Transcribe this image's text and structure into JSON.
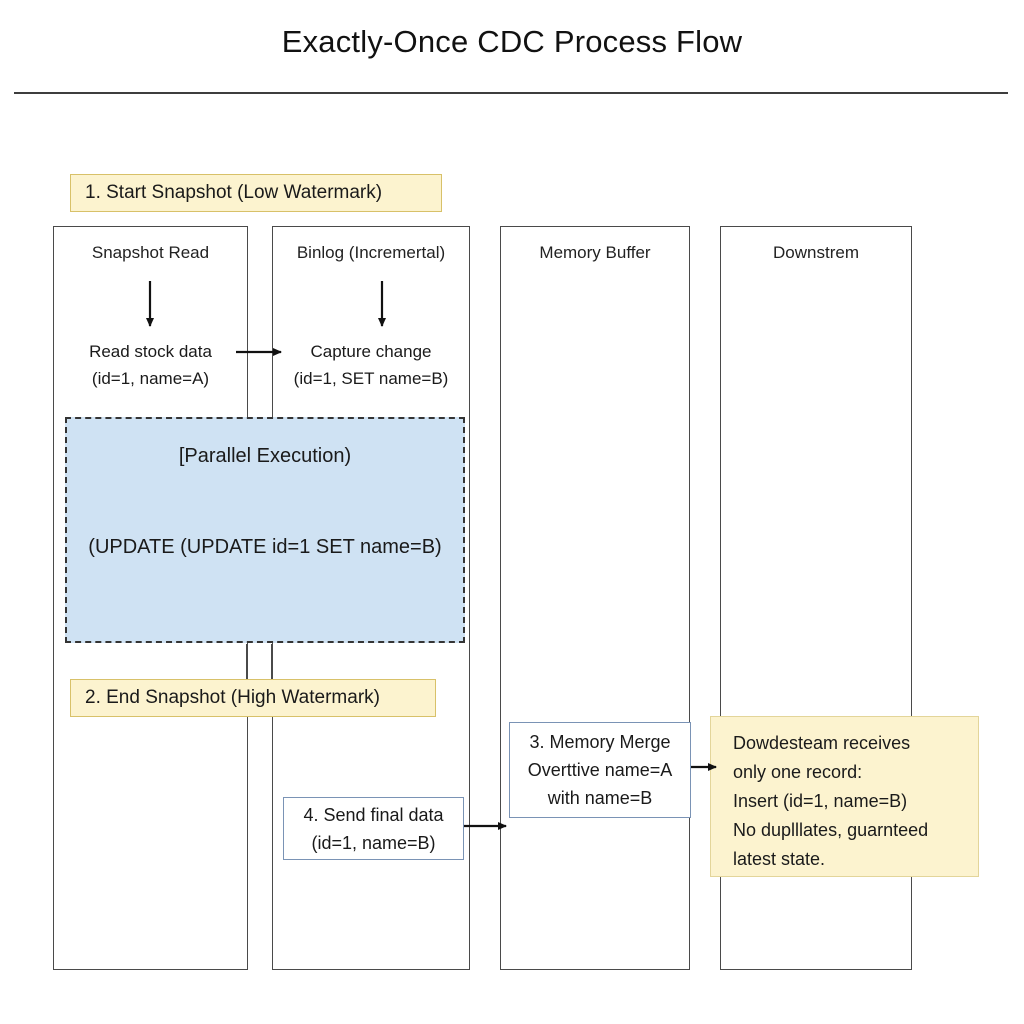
{
  "header": {
    "title": "Exactly-Once CDC Process Flow"
  },
  "lanes": [
    {
      "id": "snapshot-read",
      "label": "Snapshot Read"
    },
    {
      "id": "binlog-incremental",
      "label": "Binlog (Incremertal)"
    },
    {
      "id": "memory-buffer",
      "label": "Memory Buffer"
    },
    {
      "id": "downstream",
      "label": "Downstrem"
    }
  ],
  "markers": {
    "start_snapshot": "1. Start Snapshot (Low Watermark)",
    "end_snapshot": "2. End Snapshot (High Watermark)"
  },
  "lane_texts": {
    "snapshot_read_line1": "Read stock data",
    "snapshot_read_line2": "(id=1, name=A)",
    "binlog_line1": "Capture change",
    "binlog_line2": "(id=1, SET name=B)"
  },
  "parallel_block": {
    "heading": "[Parallel Execution)",
    "detail": "(UPDATE (UPDATE id=1 SET name=B)",
    "fill_color": "#cfe2f3",
    "border_style": "dashed"
  },
  "steps": {
    "memory_merge": {
      "line1": "3. Memory Merge",
      "line2": "Overttive name=A",
      "line3": "with name=B"
    },
    "send_final_data": {
      "line1": "4. Send final data",
      "line2": "(id=1, name=B)"
    }
  },
  "downstream_note": {
    "line1": "Dowdesteam receives",
    "line2": "only one record:",
    "line3": "Insert (id=1, name=B)",
    "line4": "No duplllates, guarnteed",
    "line5": "latest state."
  },
  "colors": {
    "accent_yellow": "#fcf3cf",
    "accent_yellow_border": "#d8c169",
    "accent_blue": "#cfe2f3",
    "lane_border": "#4a4a4a",
    "step_border": "#7a93b5",
    "text": "#1a1a1a"
  }
}
